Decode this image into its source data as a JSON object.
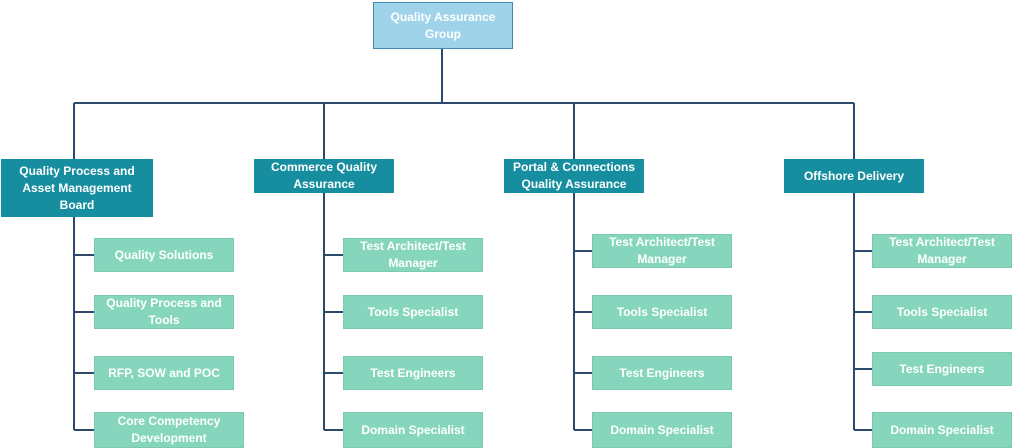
{
  "root": {
    "label": "Quality Assurance Group"
  },
  "departments": [
    {
      "label": "Quality Process and Asset Management Board",
      "children": [
        "Quality Solutions",
        "Quality Process and Tools",
        "RFP, SOW and POC",
        "Core Competency Development"
      ]
    },
    {
      "label": "Commerce Quality Assurance",
      "children": [
        "Test Architect/Test Manager",
        "Tools Specialist",
        "Test Engineers",
        "Domain Specialist"
      ]
    },
    {
      "label": "Portal & Connections Quality Assurance",
      "children": [
        "Test Architect/Test Manager",
        "Tools Specialist",
        "Test Engineers",
        "Domain Specialist"
      ]
    },
    {
      "label": "Offshore Delivery",
      "children": [
        "Test Architect/Test Manager",
        "Tools Specialist",
        "Test Engineers",
        "Domain Specialist"
      ]
    }
  ],
  "colors": {
    "line": "#2c4a6b",
    "root_fill": "#9fd3ea",
    "head_fill": "#178e9f",
    "leaf_fill": "#86d6bd",
    "text": "#ffffff"
  }
}
